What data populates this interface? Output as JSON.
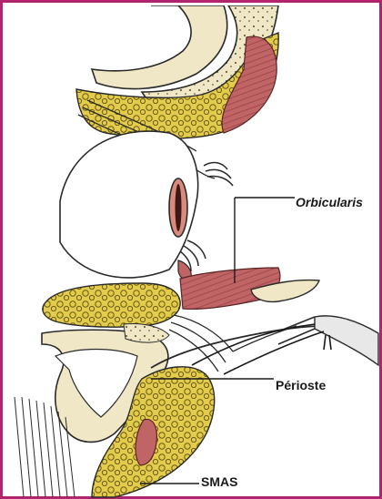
{
  "colors": {
    "border": "#b3246e",
    "bone": "#efe7c6",
    "fat": "#e3cc4b",
    "fat_outline": "#6a5a1a",
    "muscle": "#b8595a",
    "tissue_line": "#2a2a2a"
  },
  "labels": {
    "orbicularis": "Orbicularis",
    "perioste": "Périoste",
    "smas": "SMAS"
  }
}
